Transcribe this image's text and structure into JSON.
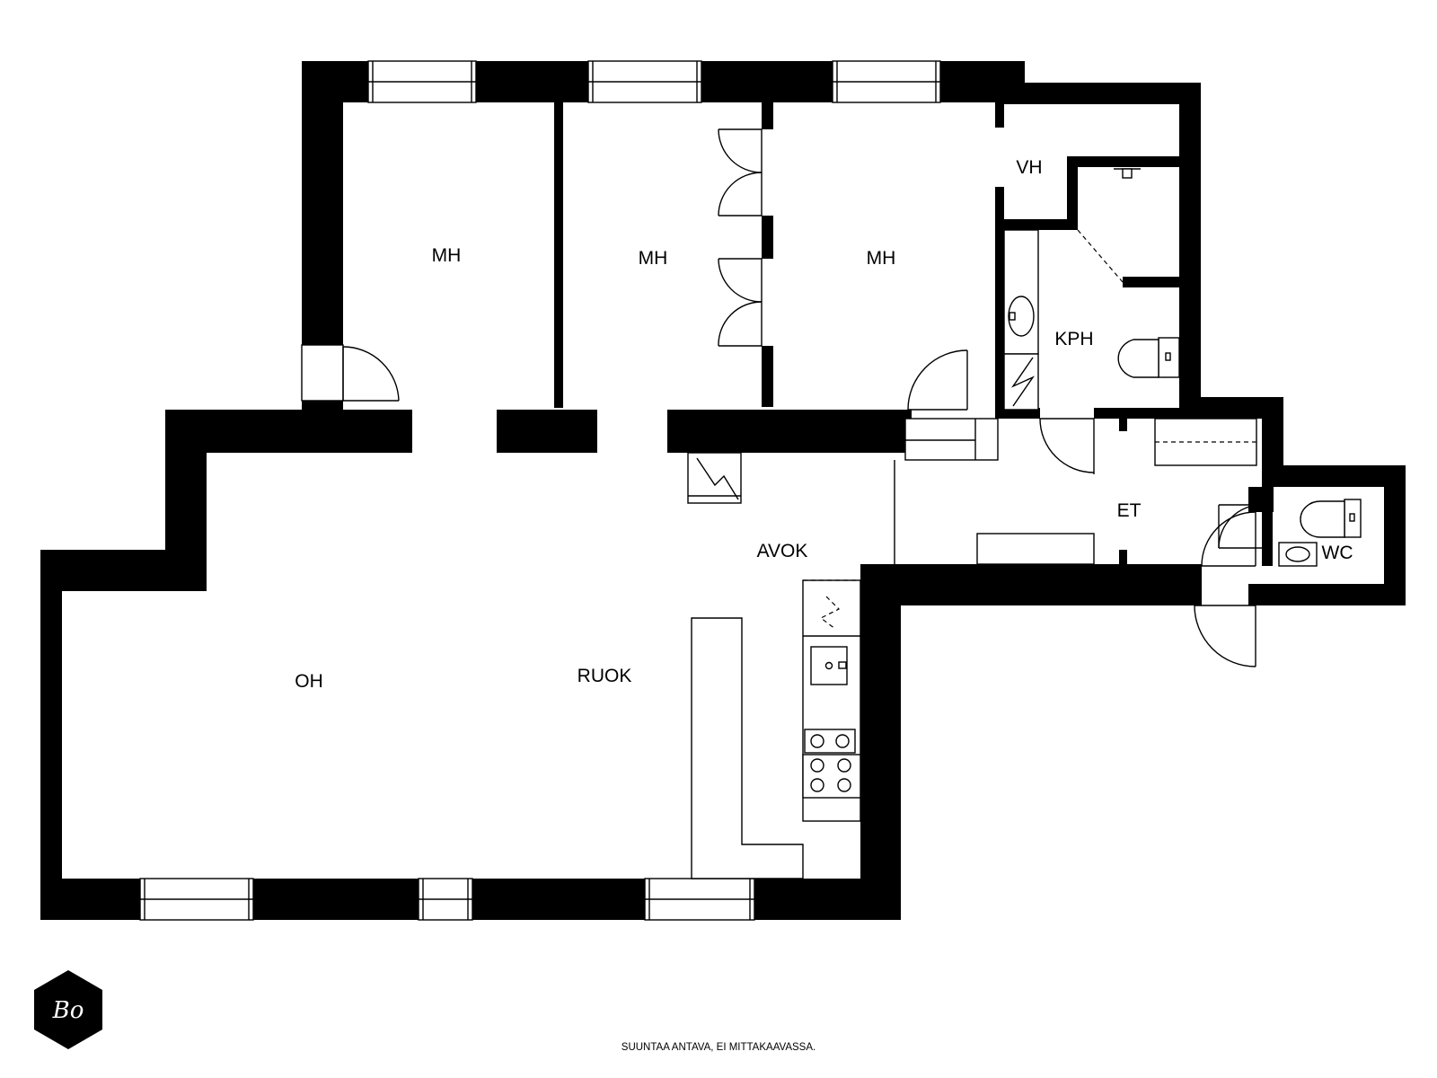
{
  "rooms": {
    "mh1": "MH",
    "mh2": "MH",
    "mh3": "MH",
    "vh": "VH",
    "kph": "KPH",
    "et": "ET",
    "wc": "WC",
    "avok": "AVOK",
    "oh": "OH",
    "ruok": "RUOK"
  },
  "logo": {
    "text": "Bo"
  },
  "footer": {
    "note": "SUUNTAA ANTAVA, EI MITTAKAAVASSA."
  },
  "colors": {
    "wall": "#000000",
    "background": "#ffffff"
  }
}
